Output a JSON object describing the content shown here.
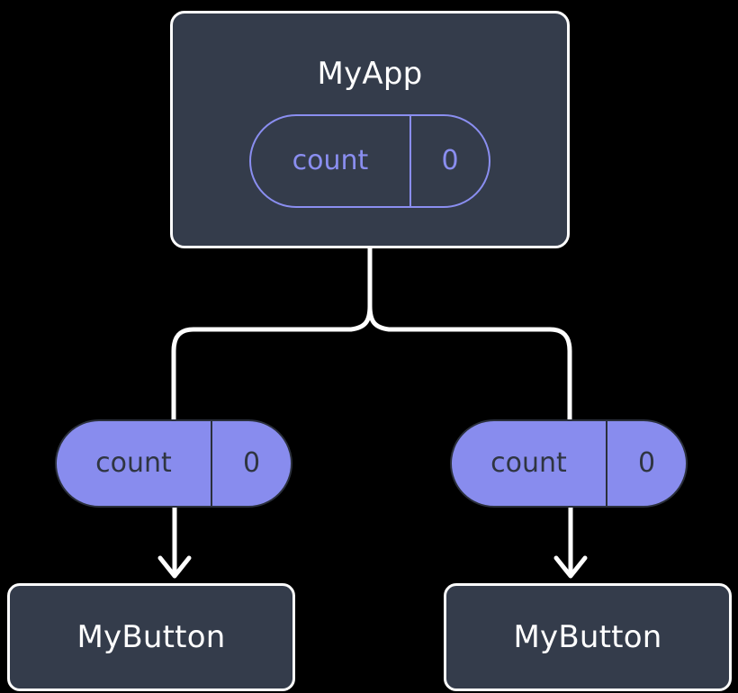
{
  "diagram": {
    "title": "MyApp widget tree with count state",
    "background_color": "#000000",
    "colors": {
      "node_fill": "#343c4b",
      "node_border": "#fdfdfd",
      "node_text": "#ffffff",
      "pill_outline_stroke": "#8a8ef0",
      "pill_outline_text": "#8a8ef0",
      "pill_fill": "#888cee",
      "pill_fill_text": "#2f3541",
      "pill_divider": "#2b303c",
      "connector_stroke": "#ffffff"
    }
  },
  "root": {
    "label": "MyApp",
    "state": {
      "key": "count",
      "value": "0"
    }
  },
  "children": [
    {
      "state": {
        "key": "count",
        "value": "0"
      },
      "label": "MyButton"
    },
    {
      "state": {
        "key": "count",
        "value": "0"
      },
      "label": "MyButton"
    }
  ],
  "connectors": {
    "trunk_label": "parent-to-children-branch",
    "arrow_label": "state-to-widget-arrow"
  }
}
